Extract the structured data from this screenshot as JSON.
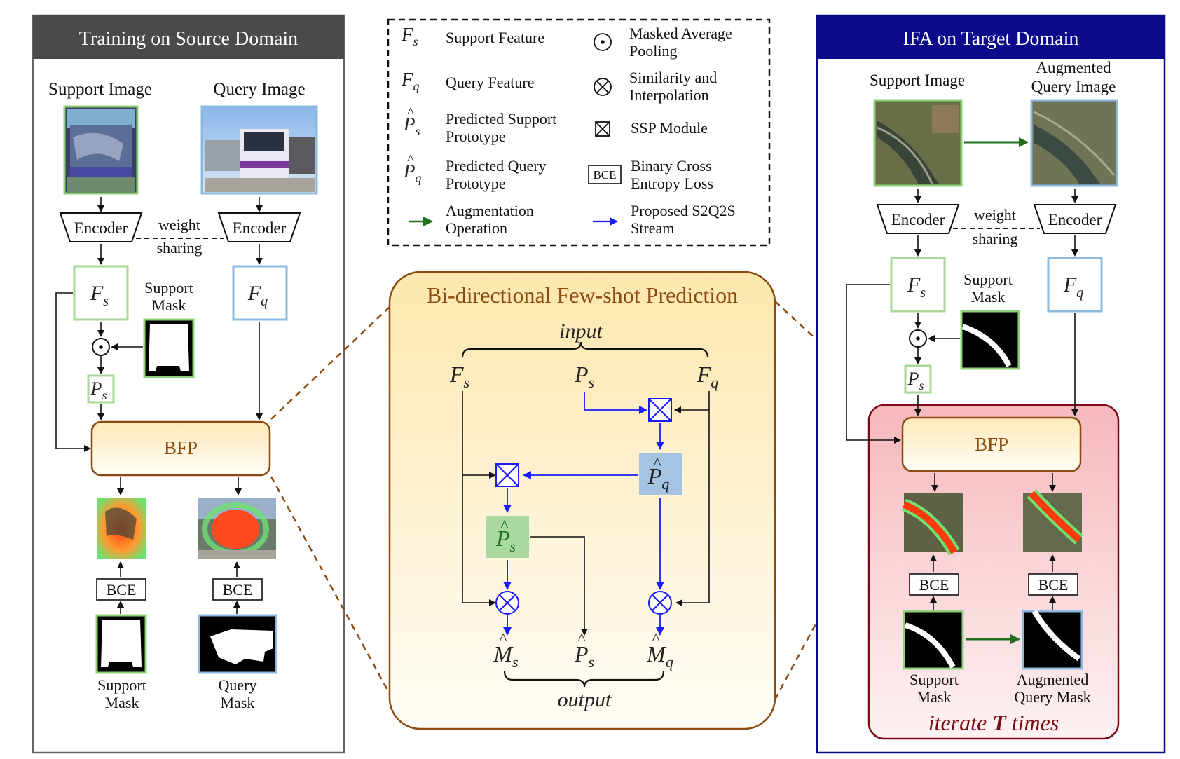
{
  "colors": {
    "left_header_bg": "#4a4a4a",
    "right_header_bg": "#0a0a8a",
    "support_green": "#8fcf7a",
    "query_blue": "#8db8e0",
    "bfp_border": "#8a4a10",
    "bfp_text": "#8a4a10",
    "s2q2s_blue": "#1a1aff",
    "augment_green": "#1e6e1e",
    "iterate_red": "#7a0a14",
    "center_title_color": "#8a4a10"
  },
  "left_panel": {
    "title": "Training on Source Domain",
    "support_image_label": "Support Image",
    "query_image_label": "Query Image",
    "encoder_left": "Encoder",
    "encoder_right": "Encoder",
    "weight_sharing_1": "weight",
    "weight_sharing_2": "sharing",
    "fs_label": "F",
    "fs_sub": "s",
    "fq_label": "F",
    "fq_sub": "q",
    "support_mask_label_1": "Support",
    "support_mask_label_2": "Mask",
    "ps_label": "P",
    "ps_sub": "s",
    "bfp": "BFP",
    "bce_left": "BCE",
    "bce_right": "BCE",
    "bottom_support_1": "Support",
    "bottom_support_2": "Mask",
    "bottom_query_1": "Query",
    "bottom_query_2": "Mask",
    "masked_avg_symbol": "⊙"
  },
  "legend": {
    "items": [
      {
        "symbol": "F",
        "sub": "s",
        "hat": false,
        "text_1": "Support Feature",
        "text_2": ""
      },
      {
        "symbol": "F",
        "sub": "q",
        "hat": false,
        "text_1": "Query Feature",
        "text_2": ""
      },
      {
        "symbol": "P",
        "sub": "s",
        "hat": true,
        "text_1": "Predicted Support",
        "text_2": "Prototype"
      },
      {
        "symbol": "P",
        "sub": "q",
        "hat": true,
        "text_1": "Predicted Query",
        "text_2": "Prototype"
      },
      {
        "symbol": "→",
        "sub": "",
        "hat": false,
        "text_1": "Augmentation",
        "text_2": "Operation"
      }
    ],
    "right_items": [
      {
        "symbol": "⊙",
        "text_1": "Masked Average",
        "text_2": "Pooling"
      },
      {
        "symbol": "⊗",
        "text_1": "Similarity and",
        "text_2": "Interpolation"
      },
      {
        "symbol": "⊠",
        "text_1": "SSP Module",
        "text_2": ""
      },
      {
        "symbol": "BCE",
        "text_1": "Binary Cross",
        "text_2": "Entropy Loss"
      },
      {
        "symbol": "→",
        "text_1": "Proposed S2Q2S",
        "text_2": "Stream"
      }
    ]
  },
  "center_panel": {
    "title": "Bi-directional Few-shot Prediction",
    "input_label": "input",
    "output_label": "output",
    "fs": "F",
    "fs_sub": "s",
    "ps": "P",
    "ps_sub": "s",
    "fq": "F",
    "fq_sub": "q",
    "pq_hat": "P",
    "pq_hat_sub": "q",
    "ps_hat": "P",
    "ps_hat_sub": "s",
    "out_ms": "M",
    "out_ms_sub": "s",
    "out_ps": "P",
    "out_ps_sub": "s",
    "out_mq": "M",
    "out_mq_sub": "q",
    "ssp_symbol": "⊠",
    "sim_symbol": "⊗"
  },
  "right_panel": {
    "title": "IFA on Target Domain",
    "support_image_label": "Support Image",
    "aug_query_label_1": "Augmented",
    "aug_query_label_2": "Query Image",
    "encoder_left": "Encoder",
    "encoder_right": "Encoder",
    "weight_sharing_1": "weight",
    "weight_sharing_2": "sharing",
    "fs_label": "F",
    "fs_sub": "s",
    "fq_label": "F",
    "fq_sub": "q",
    "support_mask_label_1": "Support",
    "support_mask_label_2": "Mask",
    "ps_label": "P",
    "ps_sub": "s",
    "bfp": "BFP",
    "bce_left": "BCE",
    "bce_right": "BCE",
    "bottom_support_1": "Support",
    "bottom_support_2": "Mask",
    "bottom_aug_1": "Augmented",
    "bottom_aug_2": "Query Mask",
    "iterate_1": "iterate ",
    "iterate_T": "T",
    "iterate_2": " times",
    "masked_avg_symbol": "⊙"
  }
}
